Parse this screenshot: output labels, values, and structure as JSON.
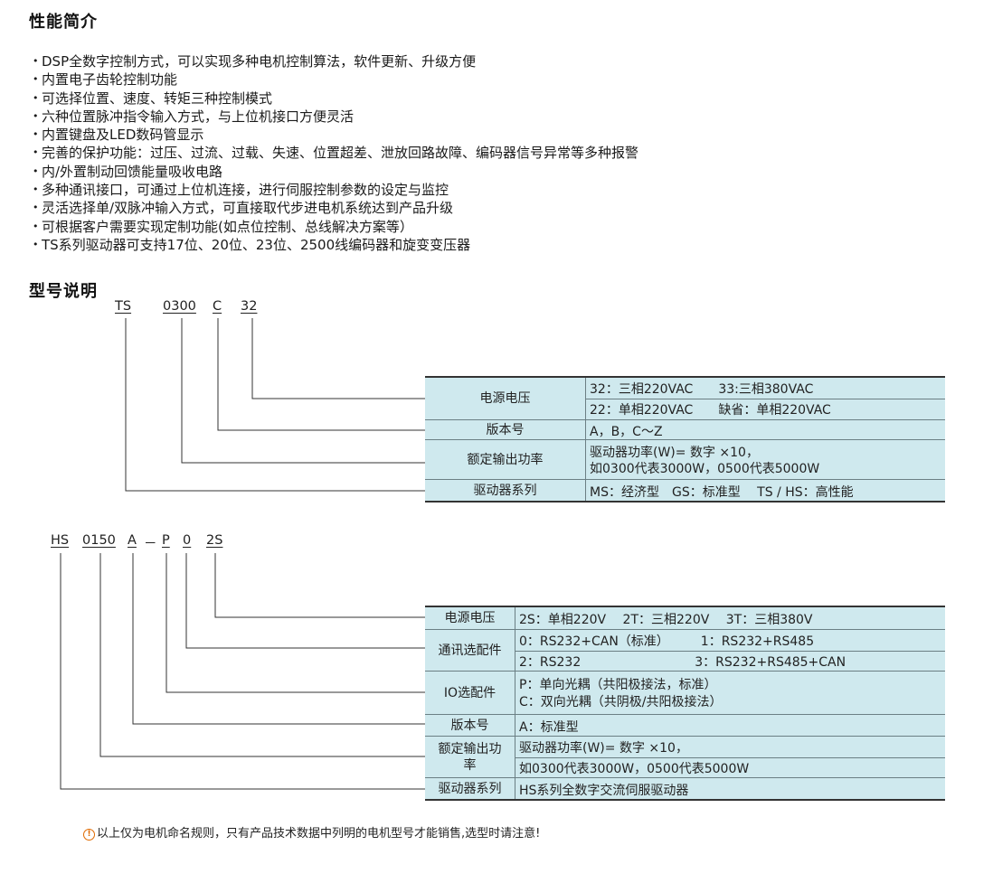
{
  "section1": {
    "title": "性能简介",
    "features": [
      "DSP全数字控制方式，可以实现多种电机控制算法，软件更新、升级方便",
      "内置电子齿轮控制功能",
      "可选择位置、速度、转矩三种控制模式",
      "六种位置脉冲指令输入方式，与上位机接口方便灵活",
      "内置键盘及LED数码管显示",
      "完善的保护功能：过压、过流、过载、失速、位置超差、泄放回路故障、编码器信号异常等多种报警",
      "内/外置制动回馈能量吸收电路",
      "多种通讯接口，可通过上位机连接，进行伺服控制参数的设定与监控",
      "灵活选择单/双脉冲输入方式，可直接取代步进电机系统达到产品升级",
      "可根据客户需要实现定制功能(如点位控制、总线解决方案等）",
      "TS系列驱动器可支持17位、20位、23位、2500线编码器和旋变变压器"
    ]
  },
  "section2": {
    "title": "型号说明",
    "model1": {
      "codes": [
        "TS",
        "0300",
        "C",
        "32"
      ],
      "rows": [
        {
          "label": "电源电压",
          "lines": [
            "32：三相220VAC　　33:三相380VAC",
            "22：单相220VAC　　缺省：单相220VAC"
          ]
        },
        {
          "label": "版本号",
          "lines": [
            "A，B，C～Z"
          ]
        },
        {
          "label": "额定输出功率",
          "lines": [
            "驱动器功率(W)= 数字 ×10，",
            "如0300代表3000W，0500代表5000W"
          ]
        },
        {
          "label": "驱动器系列",
          "lines": [
            "MS：经济型　GS：标准型　 TS / HS：高性能"
          ]
        }
      ]
    },
    "model2": {
      "codes": [
        "HS",
        "0150",
        "A",
        "P",
        "0",
        "2S"
      ],
      "dash": "－",
      "rows": [
        {
          "label": "电源电压",
          "lines": [
            "2S：单相220V　 2T：三相220V　 3T：三相380V"
          ]
        },
        {
          "label": "通讯选配件",
          "lines": [
            "0：RS232+CAN（标准）　　　1：RS232+RS485",
            "2：RS232　　　　　　　　　3：RS232+RS485+CAN"
          ]
        },
        {
          "label": "IO选配件",
          "lines": [
            "P：单向光耦（共阳极接法，标准）",
            "C：双向光耦（共阴极/共阳极接法）"
          ]
        },
        {
          "label": "版本号",
          "lines": [
            "A：标准型"
          ]
        },
        {
          "label": "额定输出功率",
          "lines": [
            "驱动器功率(W)= 数字 ×10，",
            "如0300代表3000W，0500代表5000W"
          ]
        },
        {
          "label": "驱动器系列",
          "lines": [
            "HS系列全数字交流伺服驱动器"
          ]
        }
      ]
    }
  },
  "note": {
    "icon": "info-circle-icon",
    "icon_glyph": "!",
    "text": "以上仅为电机命名规则，只有产品技术数据中列明的电机型号才能销售,选型时请注意!"
  },
  "colors": {
    "table_bg": "#cfe9ee",
    "note_icon": "#e06a00"
  }
}
